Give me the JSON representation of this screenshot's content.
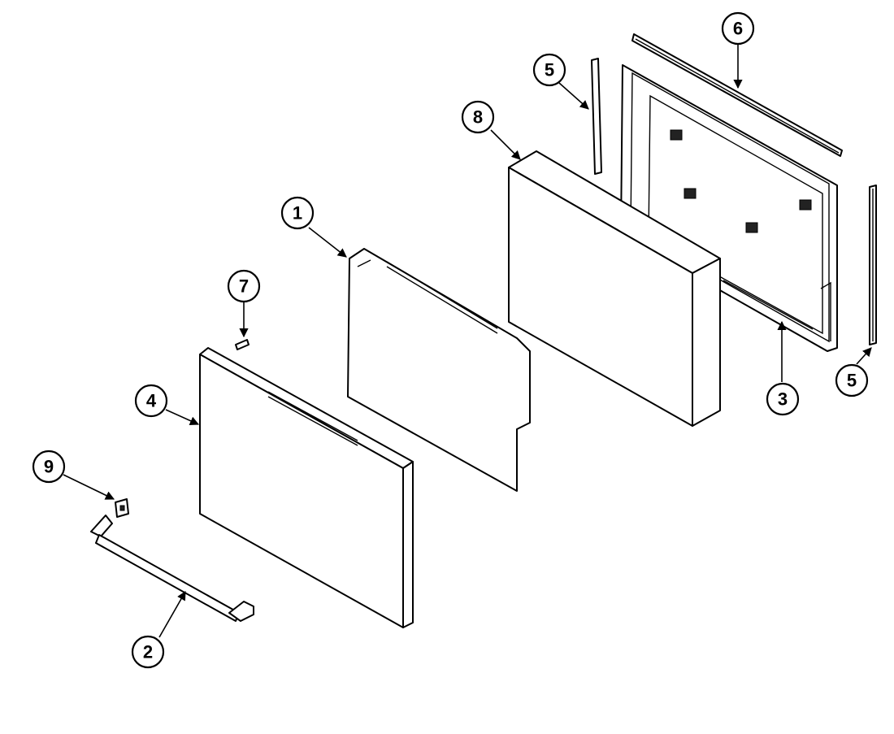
{
  "callouts": [
    {
      "id": "1",
      "label": "1"
    },
    {
      "id": "2",
      "label": "2"
    },
    {
      "id": "3",
      "label": "3"
    },
    {
      "id": "4",
      "label": "4"
    },
    {
      "id": "5a",
      "label": "5"
    },
    {
      "id": "5b",
      "label": "5"
    },
    {
      "id": "6",
      "label": "6"
    },
    {
      "id": "7",
      "label": "7"
    },
    {
      "id": "8",
      "label": "8"
    },
    {
      "id": "9",
      "label": "9"
    }
  ]
}
